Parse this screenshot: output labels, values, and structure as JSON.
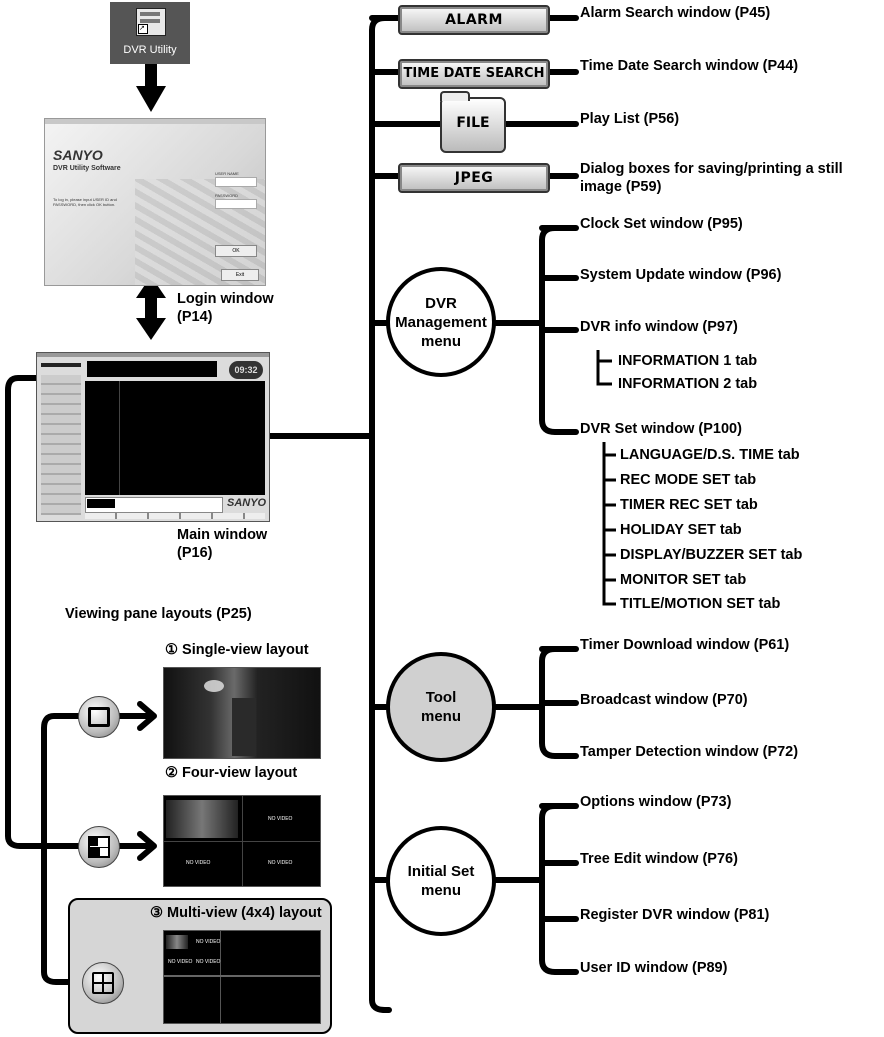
{
  "desktop_icon": {
    "label": "DVR Utility"
  },
  "login_screen": {
    "brand": "SANYO",
    "title": "DVR Utility Software",
    "user_name_label": "USER NAME",
    "password_label": "PASSWORD",
    "ok_label": "OK",
    "exit_label": "Exit",
    "hint": "To log in, please input USER ID and PASSWORD, then click OK button."
  },
  "login_label": "Login window\n(P14)",
  "main_window": {
    "brand": "SANYO",
    "clock": "09:32",
    "label": "Main window\n(P16)"
  },
  "top_buttons": [
    {
      "button": "ALARM",
      "label": "Alarm Search window (P45)"
    },
    {
      "button": "TIME DATE SEARCH",
      "label": "Time Date Search window (P44)"
    },
    {
      "button": "FILE",
      "label": "Play List (P56)"
    },
    {
      "button": "JPEG",
      "label": "Dialog boxes for saving/printing a still image (P59)"
    }
  ],
  "dvr_menu": {
    "label": "DVR\nManagement\nmenu",
    "items": [
      "Clock Set window (P95)",
      "System Update window (P96)",
      "DVR info window (P97)",
      "DVR Set window (P100)"
    ],
    "info_tabs": [
      "INFORMATION 1 tab",
      "INFORMATION 2 tab"
    ],
    "set_tabs": [
      "LANGUAGE/D.S. TIME tab",
      "REC MODE SET tab",
      "TIMER REC SET tab",
      "HOLIDAY SET tab",
      "DISPLAY/BUZZER SET tab",
      "MONITOR SET tab",
      "TITLE/MOTION SET tab"
    ]
  },
  "tool_menu": {
    "label": "Tool\nmenu",
    "items": [
      "Timer Download window (P61)",
      "Broadcast window (P70)",
      "Tamper Detection window (P72)"
    ]
  },
  "initial_menu": {
    "label": "Initial Set\nmenu",
    "items": [
      "Options window (P73)",
      "Tree Edit window (P76)",
      "Register DVR window (P81)",
      "User ID window (P89)"
    ]
  },
  "layouts": {
    "heading": "Viewing pane layouts (P25)",
    "single": "① Single-view layout",
    "four": "② Four-view layout",
    "multi": "③ Multi-view (4x4) layout",
    "no_video": "NO VIDEO"
  },
  "colors": {
    "tool_fill": "#d0d0d0",
    "multi_box": "#d6d6d6",
    "line": "#000000"
  }
}
